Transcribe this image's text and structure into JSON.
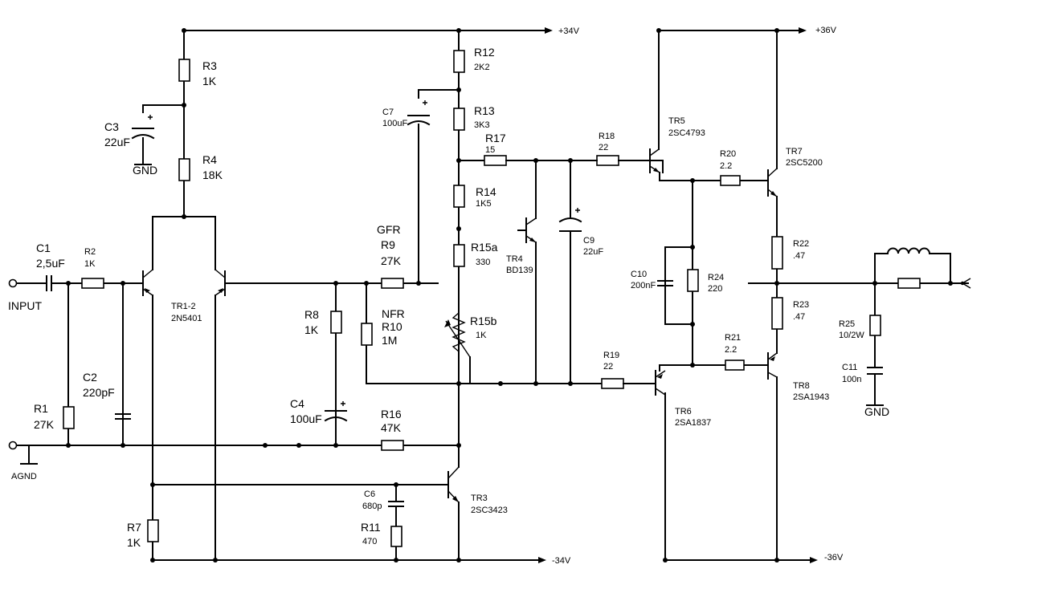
{
  "rails": {
    "pos34": "+34V",
    "neg34": "-34V",
    "pos36": "+36V",
    "neg36": "-36V"
  },
  "io": {
    "input": "INPUT",
    "agnd": "AGND",
    "gnd": "GND"
  },
  "components": {
    "C1": {
      "ref": "C1",
      "value": "2,5uF"
    },
    "R2": {
      "ref": "R2",
      "value": "1K"
    },
    "R1": {
      "ref": "R1",
      "value": "27K"
    },
    "C2": {
      "ref": "C2",
      "value": "220pF"
    },
    "R3": {
      "ref": "R3",
      "value": "1K"
    },
    "C3": {
      "ref": "C3",
      "value": "22uF"
    },
    "R4": {
      "ref": "R4",
      "value": "18K"
    },
    "TR12": {
      "ref": "TR1-2",
      "value": "2N5401"
    },
    "R7": {
      "ref": "R7",
      "value": "1K"
    },
    "R8": {
      "ref": "R8",
      "value": "1K"
    },
    "C4": {
      "ref": "C4",
      "value": "100uF"
    },
    "R9": {
      "prefix": "GFR",
      "ref": "R9",
      "value": "27K"
    },
    "R10": {
      "prefix": "NFR",
      "ref": "R10",
      "value": "1M"
    },
    "R16": {
      "ref": "R16",
      "value": "47K"
    },
    "C6": {
      "ref": "C6",
      "value": "680p"
    },
    "R11": {
      "ref": "R11",
      "value": "470"
    },
    "TR3": {
      "ref": "TR3",
      "value": "2SC3423"
    },
    "R12": {
      "ref": "R12",
      "value": "2K2"
    },
    "C7": {
      "ref": "C7",
      "value": "100uF"
    },
    "R13": {
      "ref": "R13",
      "value": "3K3"
    },
    "R17": {
      "ref": "R17",
      "value": "15"
    },
    "R14": {
      "ref": "R14",
      "value": "1K5"
    },
    "R15a": {
      "ref": "R15a",
      "value": "330"
    },
    "R15b": {
      "ref": "R15b",
      "value": "1K"
    },
    "TR4": {
      "ref": "TR4",
      "value": "BD139"
    },
    "C9": {
      "ref": "C9",
      "value": "22uF"
    },
    "R18": {
      "ref": "R18",
      "value": "22"
    },
    "R19": {
      "ref": "R19",
      "value": "22"
    },
    "TR5": {
      "ref": "TR5",
      "value": "2SC4793"
    },
    "TR6": {
      "ref": "TR6",
      "value": "2SA1837"
    },
    "C10": {
      "ref": "C10",
      "value": "200nF"
    },
    "R24": {
      "ref": "R24",
      "value": "220"
    },
    "R20": {
      "ref": "R20",
      "value": "2.2"
    },
    "R21": {
      "ref": "R21",
      "value": "2.2"
    },
    "TR7": {
      "ref": "TR7",
      "value": "2SC5200"
    },
    "TR8": {
      "ref": "TR8",
      "value": "2SA1943"
    },
    "R22": {
      "ref": "R22",
      "value": ".47"
    },
    "R23": {
      "ref": "R23",
      "value": ".47"
    },
    "R25": {
      "ref": "R25",
      "value": "10/2W"
    },
    "C11": {
      "ref": "C11",
      "value": "100n"
    }
  },
  "icons": {
    "input_terminal": "open-circle-terminal",
    "output_terminal": "speaker-output-terminal",
    "ground": "ground-symbol"
  }
}
